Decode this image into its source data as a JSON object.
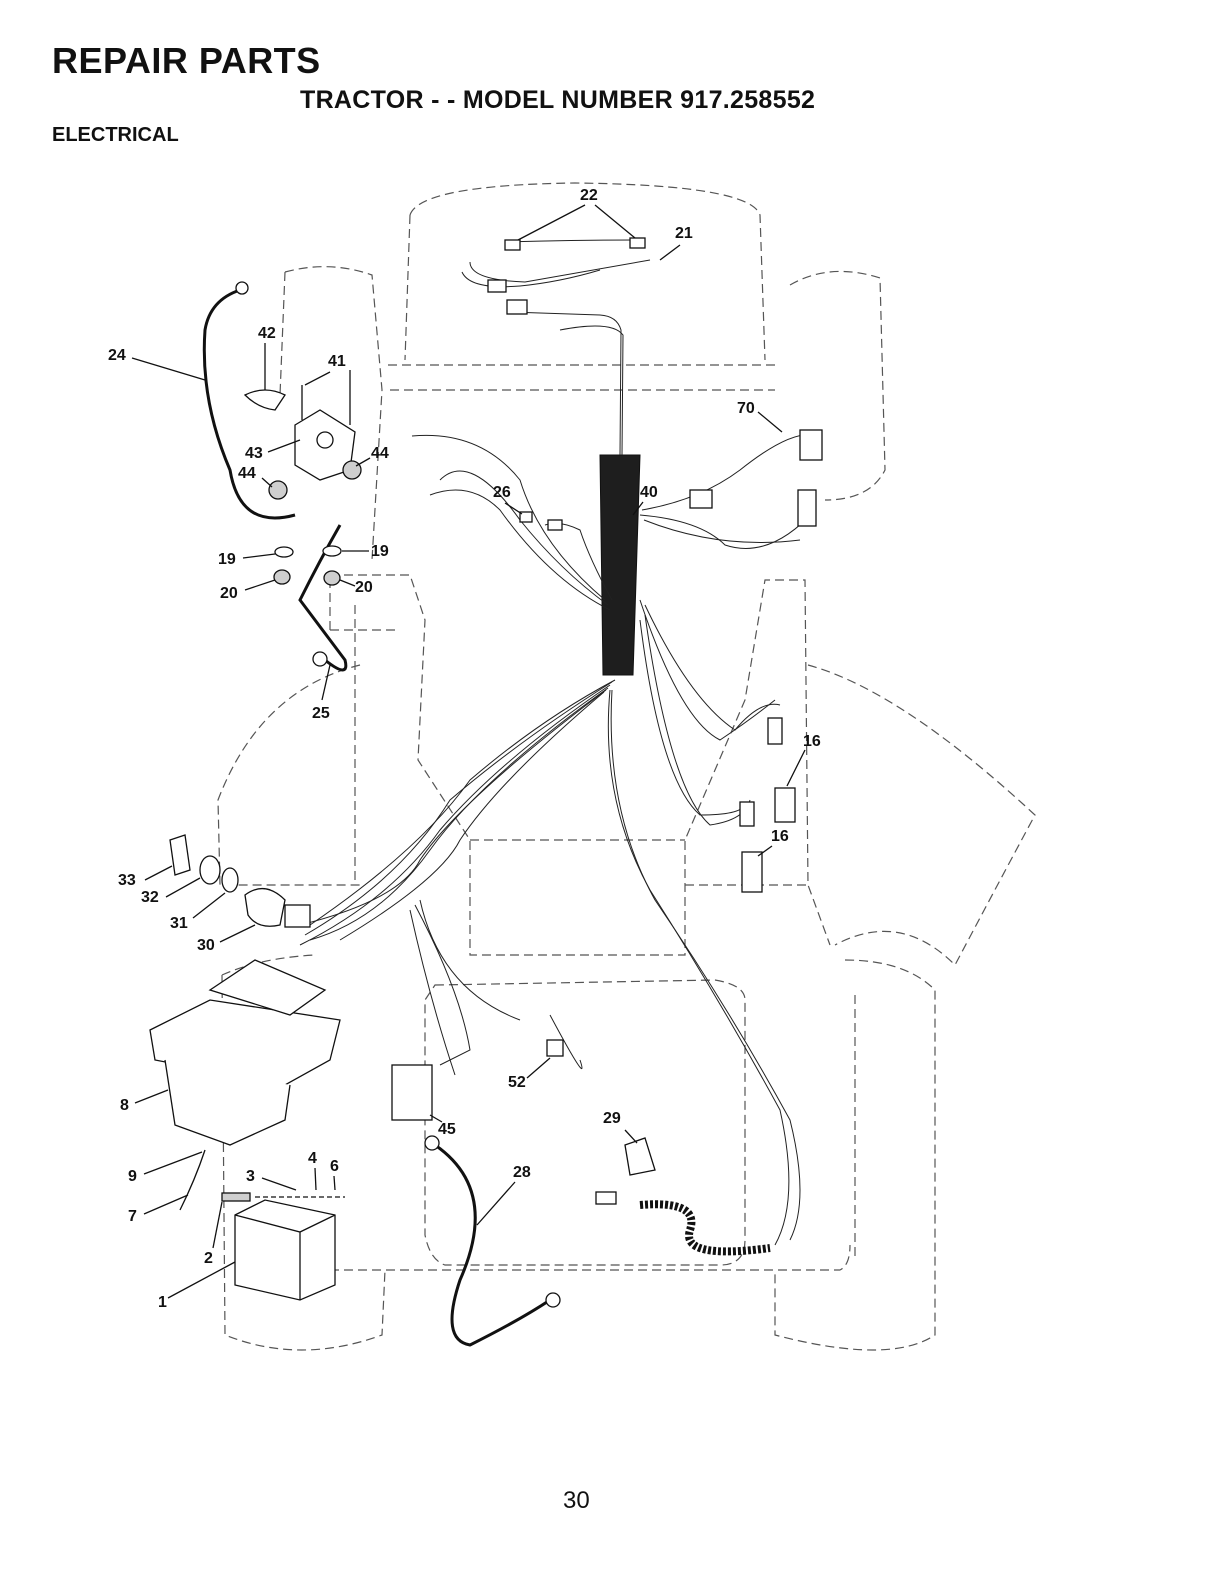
{
  "header": {
    "title": "REPAIR PARTS",
    "subtitle": "TRACTOR - - MODEL NUMBER 917.258552",
    "section": "ELECTRICAL"
  },
  "page_number": "30",
  "callouts": [
    "1",
    "2",
    "3",
    "4",
    "6",
    "7",
    "8",
    "9",
    "16",
    "16",
    "19",
    "19",
    "20",
    "20",
    "21",
    "22",
    "24",
    "25",
    "26",
    "28",
    "29",
    "30",
    "31",
    "32",
    "33",
    "40",
    "41",
    "42",
    "43",
    "44",
    "44",
    "45",
    "52",
    "70"
  ]
}
